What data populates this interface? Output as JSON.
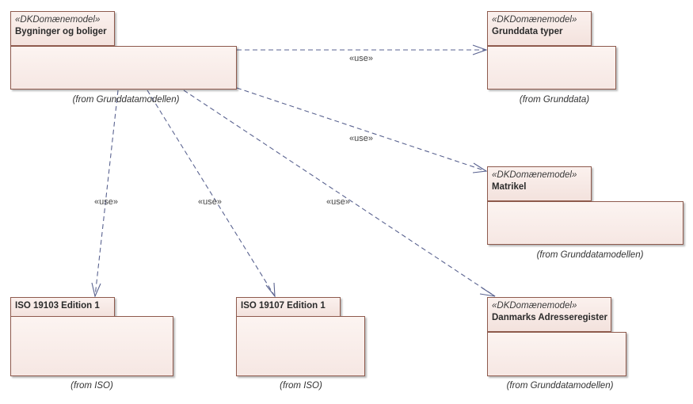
{
  "packages": {
    "bygninger": {
      "stereotype": "«DKDomænemodel»",
      "name": "Bygninger og boliger",
      "from": "(from Grunddatamodellen)"
    },
    "grunddata": {
      "stereotype": "«DKDomænemodel»",
      "name": "Grunddata typer",
      "from": "(from Grunddata)"
    },
    "matrikel": {
      "stereotype": "«DKDomænemodel»",
      "name": "Matrikel",
      "from": "(from Grunddatamodellen)"
    },
    "adresse": {
      "stereotype": "«DKDomænemodel»",
      "name": "Danmarks Adresseregister",
      "from": "(from Grunddatamodellen)"
    },
    "iso19103": {
      "name": "ISO 19103 Edition 1",
      "from": "(from ISO)"
    },
    "iso19107": {
      "name": "ISO 19107 Edition 1",
      "from": "(from ISO)"
    }
  },
  "dependencies": [
    {
      "from": "Bygninger og boliger",
      "to": "Grunddata typer",
      "label": "«use»"
    },
    {
      "from": "Bygninger og boliger",
      "to": "Matrikel",
      "label": "«use»"
    },
    {
      "from": "Bygninger og boliger",
      "to": "Danmarks Adresseregister",
      "label": "«use»"
    },
    {
      "from": "Bygninger og boliger",
      "to": "ISO 19107 Edition 1",
      "label": "«use»"
    },
    {
      "from": "Bygninger og boliger",
      "to": "ISO 19103 Edition 1",
      "label": "«use»"
    }
  ],
  "colors": {
    "line": "#5a6390",
    "border": "#8e5a4d",
    "fill": "#f8ebe7"
  }
}
